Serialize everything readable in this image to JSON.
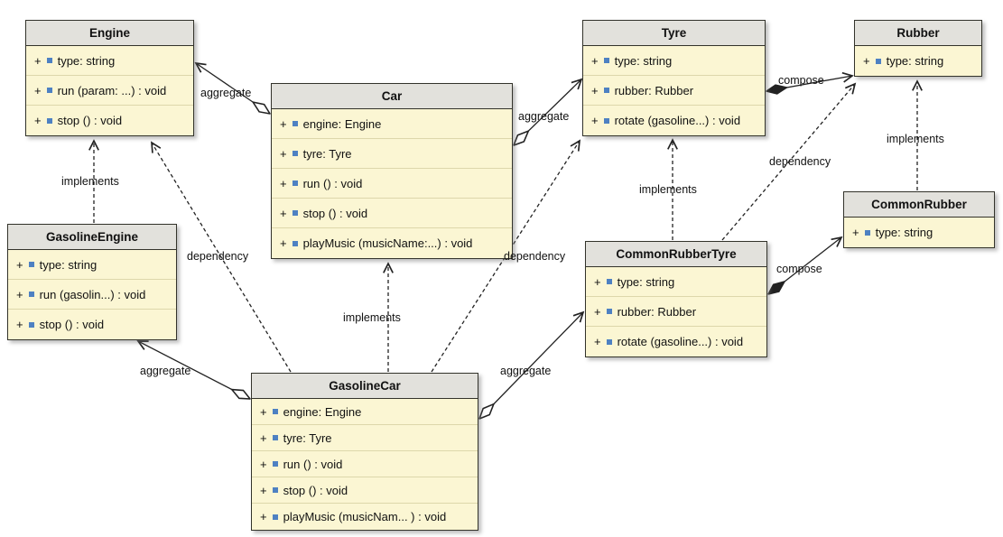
{
  "colors": {
    "box_body": "#fbf6d3",
    "box_header": "#e2e1dc",
    "border": "#33332b",
    "field_icon_blue": "#4e81c2",
    "line": "#222222"
  },
  "classes": {
    "engine": {
      "title": "Engine",
      "members": [
        {
          "vis": "+",
          "text": "type: string"
        },
        {
          "vis": "+",
          "text": "run (param: ...) : void"
        },
        {
          "vis": "+",
          "text": "stop () : void"
        }
      ]
    },
    "car": {
      "title": "Car",
      "members": [
        {
          "vis": "+",
          "text": "engine: Engine"
        },
        {
          "vis": "+",
          "text": "tyre: Tyre"
        },
        {
          "vis": "+",
          "text": "run () : void"
        },
        {
          "vis": "+",
          "text": "stop () : void"
        },
        {
          "vis": "+",
          "text": "playMusic (musicName:...) : void"
        }
      ]
    },
    "tyre": {
      "title": "Tyre",
      "members": [
        {
          "vis": "+",
          "text": "type: string"
        },
        {
          "vis": "+",
          "text": "rubber: Rubber"
        },
        {
          "vis": "+",
          "text": "rotate (gasoline...) : void"
        }
      ]
    },
    "rubber": {
      "title": "Rubber",
      "members": [
        {
          "vis": "+",
          "text": "type: string"
        }
      ]
    },
    "gasolineengine": {
      "title": "GasolineEngine",
      "members": [
        {
          "vis": "+",
          "text": "type: string"
        },
        {
          "vis": "+",
          "text": "run (gasolin...) : void"
        },
        {
          "vis": "+",
          "text": "stop () : void"
        }
      ]
    },
    "commonrubbertyre": {
      "title": "CommonRubberTyre",
      "members": [
        {
          "vis": "+",
          "text": "type: string"
        },
        {
          "vis": "+",
          "text": "rubber: Rubber"
        },
        {
          "vis": "+",
          "text": "rotate (gasoline...) : void"
        }
      ]
    },
    "commonrubber": {
      "title": "CommonRubber",
      "members": [
        {
          "vis": "+",
          "text": "type: string"
        }
      ]
    },
    "gasolinecar": {
      "title": "GasolineCar",
      "members": [
        {
          "vis": "+",
          "text": "engine: Engine"
        },
        {
          "vis": "+",
          "text": "tyre: Tyre"
        },
        {
          "vis": "+",
          "text": "run () : void"
        },
        {
          "vis": "+",
          "text": "stop () : void"
        },
        {
          "vis": "+",
          "text": "playMusic (musicNam... ) : void"
        }
      ]
    }
  },
  "edges": {
    "car_engine": {
      "label": "aggregate",
      "type": "aggregate",
      "from": "Car",
      "to": "Engine"
    },
    "car_tyre": {
      "label": "aggregate",
      "type": "aggregate",
      "from": "Car",
      "to": "Tyre"
    },
    "tyre_rubber": {
      "label": "compose",
      "type": "compose",
      "from": "Tyre",
      "to": "Rubber"
    },
    "gasolineengine_engine": {
      "label": "implements",
      "type": "implements",
      "from": "GasolineEngine",
      "to": "Engine"
    },
    "gasolinecar_engine": {
      "label": "dependency",
      "type": "dependency",
      "from": "GasolineCar",
      "to": "Engine"
    },
    "gasolinecar_car": {
      "label": "implements",
      "type": "implements",
      "from": "GasolineCar",
      "to": "Car"
    },
    "gasolinecar_tyre": {
      "label": "dependency",
      "type": "dependency",
      "from": "GasolineCar",
      "to": "Tyre"
    },
    "commonrubbertyre_tyre": {
      "label": "implements",
      "type": "implements",
      "from": "CommonRubberTyre",
      "to": "Tyre"
    },
    "commonrubber_rubber": {
      "label": "implements",
      "type": "implements",
      "from": "CommonRubber",
      "to": "Rubber"
    },
    "commonrubbertyre_rubber": {
      "label": "dependency",
      "type": "dependency",
      "from": "CommonRubberTyre",
      "to": "Rubber"
    },
    "gasolinecar_gasolineengine": {
      "label": "aggregate",
      "type": "aggregate",
      "from": "GasolineCar",
      "to": "GasolineEngine"
    },
    "gasolinecar_commonrubbertyre": {
      "label": "aggregate",
      "type": "aggregate",
      "from": "GasolineCar",
      "to": "CommonRubberTyre"
    },
    "commonrubbertyre_commonrubber": {
      "label": "compose",
      "type": "compose",
      "from": "CommonRubberTyre",
      "to": "CommonRubber"
    }
  }
}
